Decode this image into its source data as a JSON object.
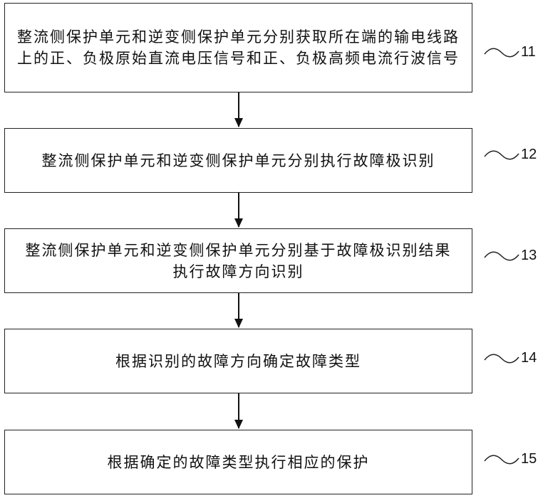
{
  "steps": [
    {
      "id": "11",
      "text": "整流侧保护单元和逆变侧保护单元分别获取所在端的输电线路上的正、负极原始直流电压信号和正、负极高频电流行波信号"
    },
    {
      "id": "12",
      "text": "整流侧保护单元和逆变侧保护单元分别执行故障极识别"
    },
    {
      "id": "13",
      "text": "整流侧保护单元和逆变侧保护单元分别基于故障极识别结果执行故障方向识别"
    },
    {
      "id": "14",
      "text": "根据识别的故障方向确定故障类型"
    },
    {
      "id": "15",
      "text": "根据确定的故障类型执行相应的保护"
    }
  ]
}
